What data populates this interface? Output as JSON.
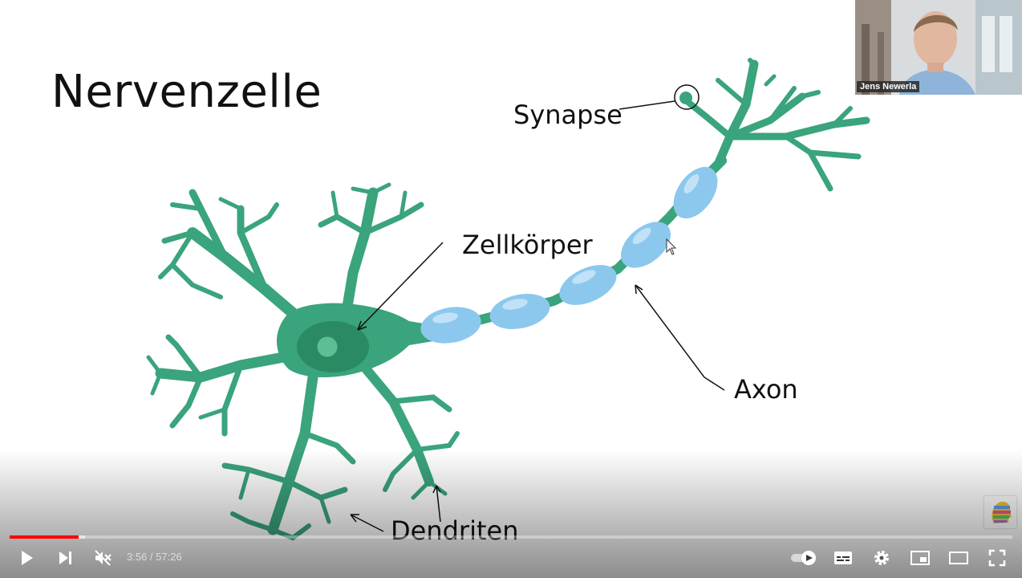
{
  "slide": {
    "title": "Nervenzelle",
    "labels": {
      "synapse": "Synapse",
      "zellkoerper": "Zellkörper",
      "axon": "Axon",
      "dendriten": "Dendriten"
    }
  },
  "webcam": {
    "name": "Jens Newerla"
  },
  "player": {
    "time": "3:56 / 57:26",
    "progress_fraction": 0.069,
    "buffer_fraction": 0.075
  },
  "colors": {
    "neuron_green": "#3aa47c",
    "neuron_dark": "#2a8a63",
    "myelin_blue": "#8cc8ee",
    "progress_red": "#ff0000"
  },
  "icons": {
    "play": "play-icon",
    "next": "next-icon",
    "mute": "muted-icon",
    "autoplay": "autoplay-toggle-icon",
    "subtitles": "subtitles-icon",
    "settings": "gear-icon",
    "miniplayer": "miniplayer-icon",
    "theater": "theater-icon",
    "fullscreen": "fullscreen-icon"
  }
}
